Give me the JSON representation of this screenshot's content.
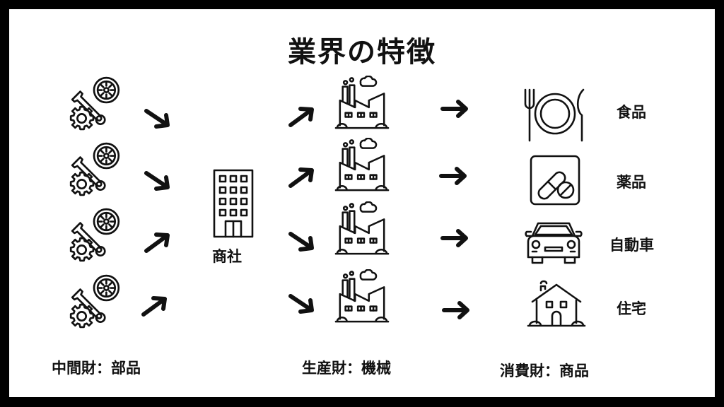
{
  "title": "業界の特徴",
  "trading_company_label": "商社",
  "products": [
    {
      "label": "食品",
      "icon": "food-icon"
    },
    {
      "label": "薬品",
      "icon": "medicine-icon"
    },
    {
      "label": "自動車",
      "icon": "car-icon"
    },
    {
      "label": "住宅",
      "icon": "house-icon"
    }
  ],
  "bottom_labels": {
    "intermediate": "中間財：部品",
    "capital": "生産財：機械",
    "consumer": "消費財：商品"
  }
}
